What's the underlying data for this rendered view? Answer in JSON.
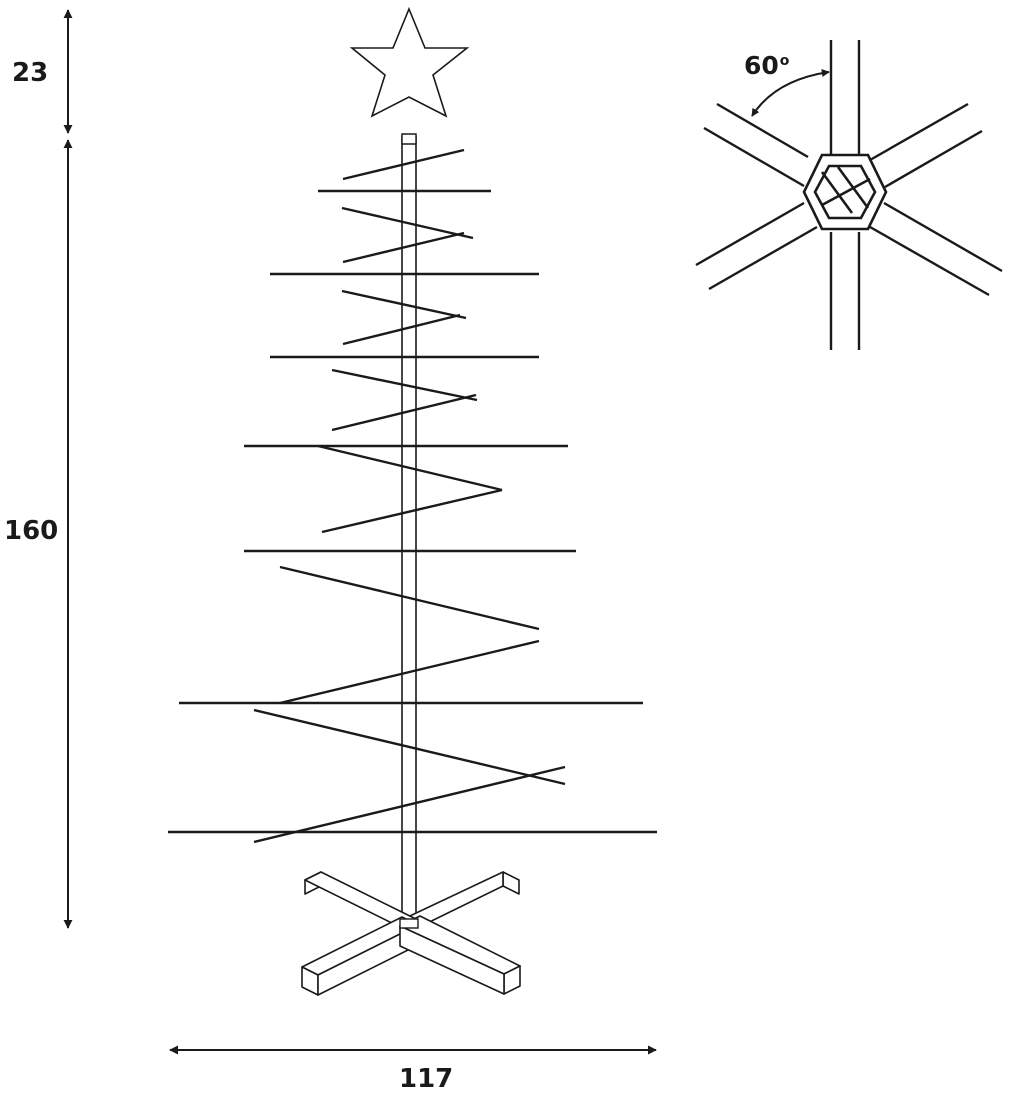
{
  "dimensions": {
    "star_height": "23",
    "tree_height": "160",
    "base_width": "117"
  },
  "detail": {
    "angle_value": "60",
    "angle_unit": "o"
  },
  "colors": {
    "stroke": "#1a1a1a",
    "background": "#ffffff"
  },
  "icons": {
    "top": "star-icon",
    "joint": "hexagon-icon"
  }
}
